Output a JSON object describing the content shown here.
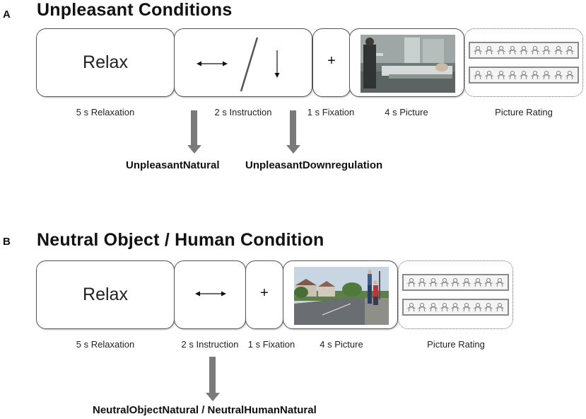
{
  "panel_a": {
    "letter": "A",
    "title": "Unpleasant Conditions",
    "relax_text": "Relax",
    "fixation_symbol": "+",
    "captions": {
      "relaxation": "5 s Relaxation",
      "instruction": "2 s Instruction",
      "fixation": "1 s Fixation",
      "picture": "4 s Picture",
      "rating": "Picture Rating"
    },
    "condition_labels": [
      "UnpleasantNatural",
      "UnpleasantDownregulation"
    ]
  },
  "panel_b": {
    "letter": "B",
    "title": "Neutral Object / Human Condition",
    "relax_text": "Relax",
    "fixation_symbol": "+",
    "captions": {
      "relaxation": "5 s Relaxation",
      "instruction": "2 s Instruction",
      "fixation": "1 s Fixation",
      "picture": "4 s Picture",
      "rating": "Picture Rating"
    },
    "condition_label": "NeutralObjectNatural / NeutralHumanNatural"
  },
  "icons": {
    "horizontal_arrow": "double-headed-horizontal-arrow-icon",
    "down_arrow": "down-arrow-icon",
    "sam_figure": "self-assessment-manikin-icon"
  },
  "colors": {
    "arrow_gray": "#7a7a7a",
    "box_border": "#555555",
    "scale_border": "#8a8a8a"
  }
}
